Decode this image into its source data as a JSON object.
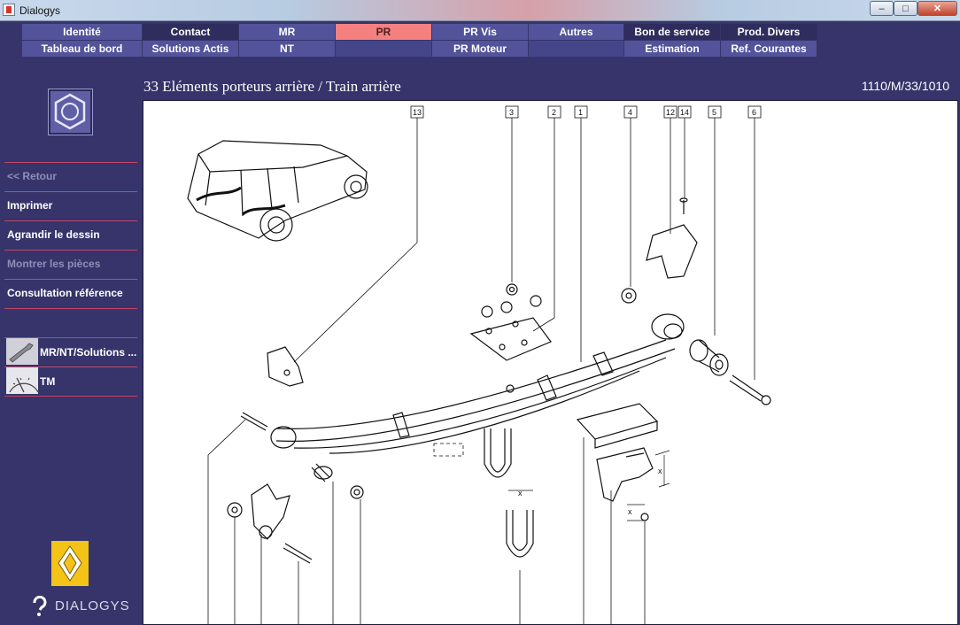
{
  "window": {
    "title": "Dialogys",
    "minimize": "–",
    "maximize": "□",
    "close": "✕"
  },
  "tabs_row1": [
    {
      "label": "Identité"
    },
    {
      "label": "Contact"
    },
    {
      "label": "MR"
    },
    {
      "label": "PR",
      "active": true
    },
    {
      "label": "PR Vis"
    },
    {
      "label": "Autres"
    },
    {
      "label": "Bon de service"
    },
    {
      "label": "Prod. Divers"
    }
  ],
  "tabs_row2": [
    {
      "label": "Tableau de bord"
    },
    {
      "label": "Solutions Actis"
    },
    {
      "label": "NT"
    },
    {
      "label": ""
    },
    {
      "label": "PR Moteur"
    },
    {
      "label": ""
    },
    {
      "label": "Estimation"
    },
    {
      "label": "Ref. Courantes"
    }
  ],
  "sidebar": {
    "logo_icon": "hex-nut-icon",
    "menu": [
      {
        "label": "<< Retour",
        "enabled": false
      },
      {
        "label": "Imprimer",
        "enabled": true
      },
      {
        "label": "Agrandir le dessin",
        "enabled": true
      },
      {
        "label": "Montrer les pièces",
        "enabled": false
      },
      {
        "label": "Consultation référence",
        "enabled": true
      }
    ],
    "shortcuts": [
      {
        "label": "MR/NT/Solutions ...",
        "icon": "wrench-icon"
      },
      {
        "label": "TM",
        "icon": "gauge-icon"
      }
    ],
    "brand_icon": "renault-logo-icon",
    "brand": "DIALOGYS"
  },
  "content": {
    "title": "33 Eléments porteurs arrière / Train arrière",
    "reference": "1110/M/33/1010"
  },
  "drawing": {
    "callouts": [
      "13",
      "3",
      "2",
      "1",
      "4",
      "12",
      "14",
      "5",
      "6"
    ],
    "dim_label": "x"
  },
  "colors": {
    "background": "#36346a",
    "tab": "#52539a",
    "tab_active": "#f48080",
    "separator": "#c2466a"
  }
}
